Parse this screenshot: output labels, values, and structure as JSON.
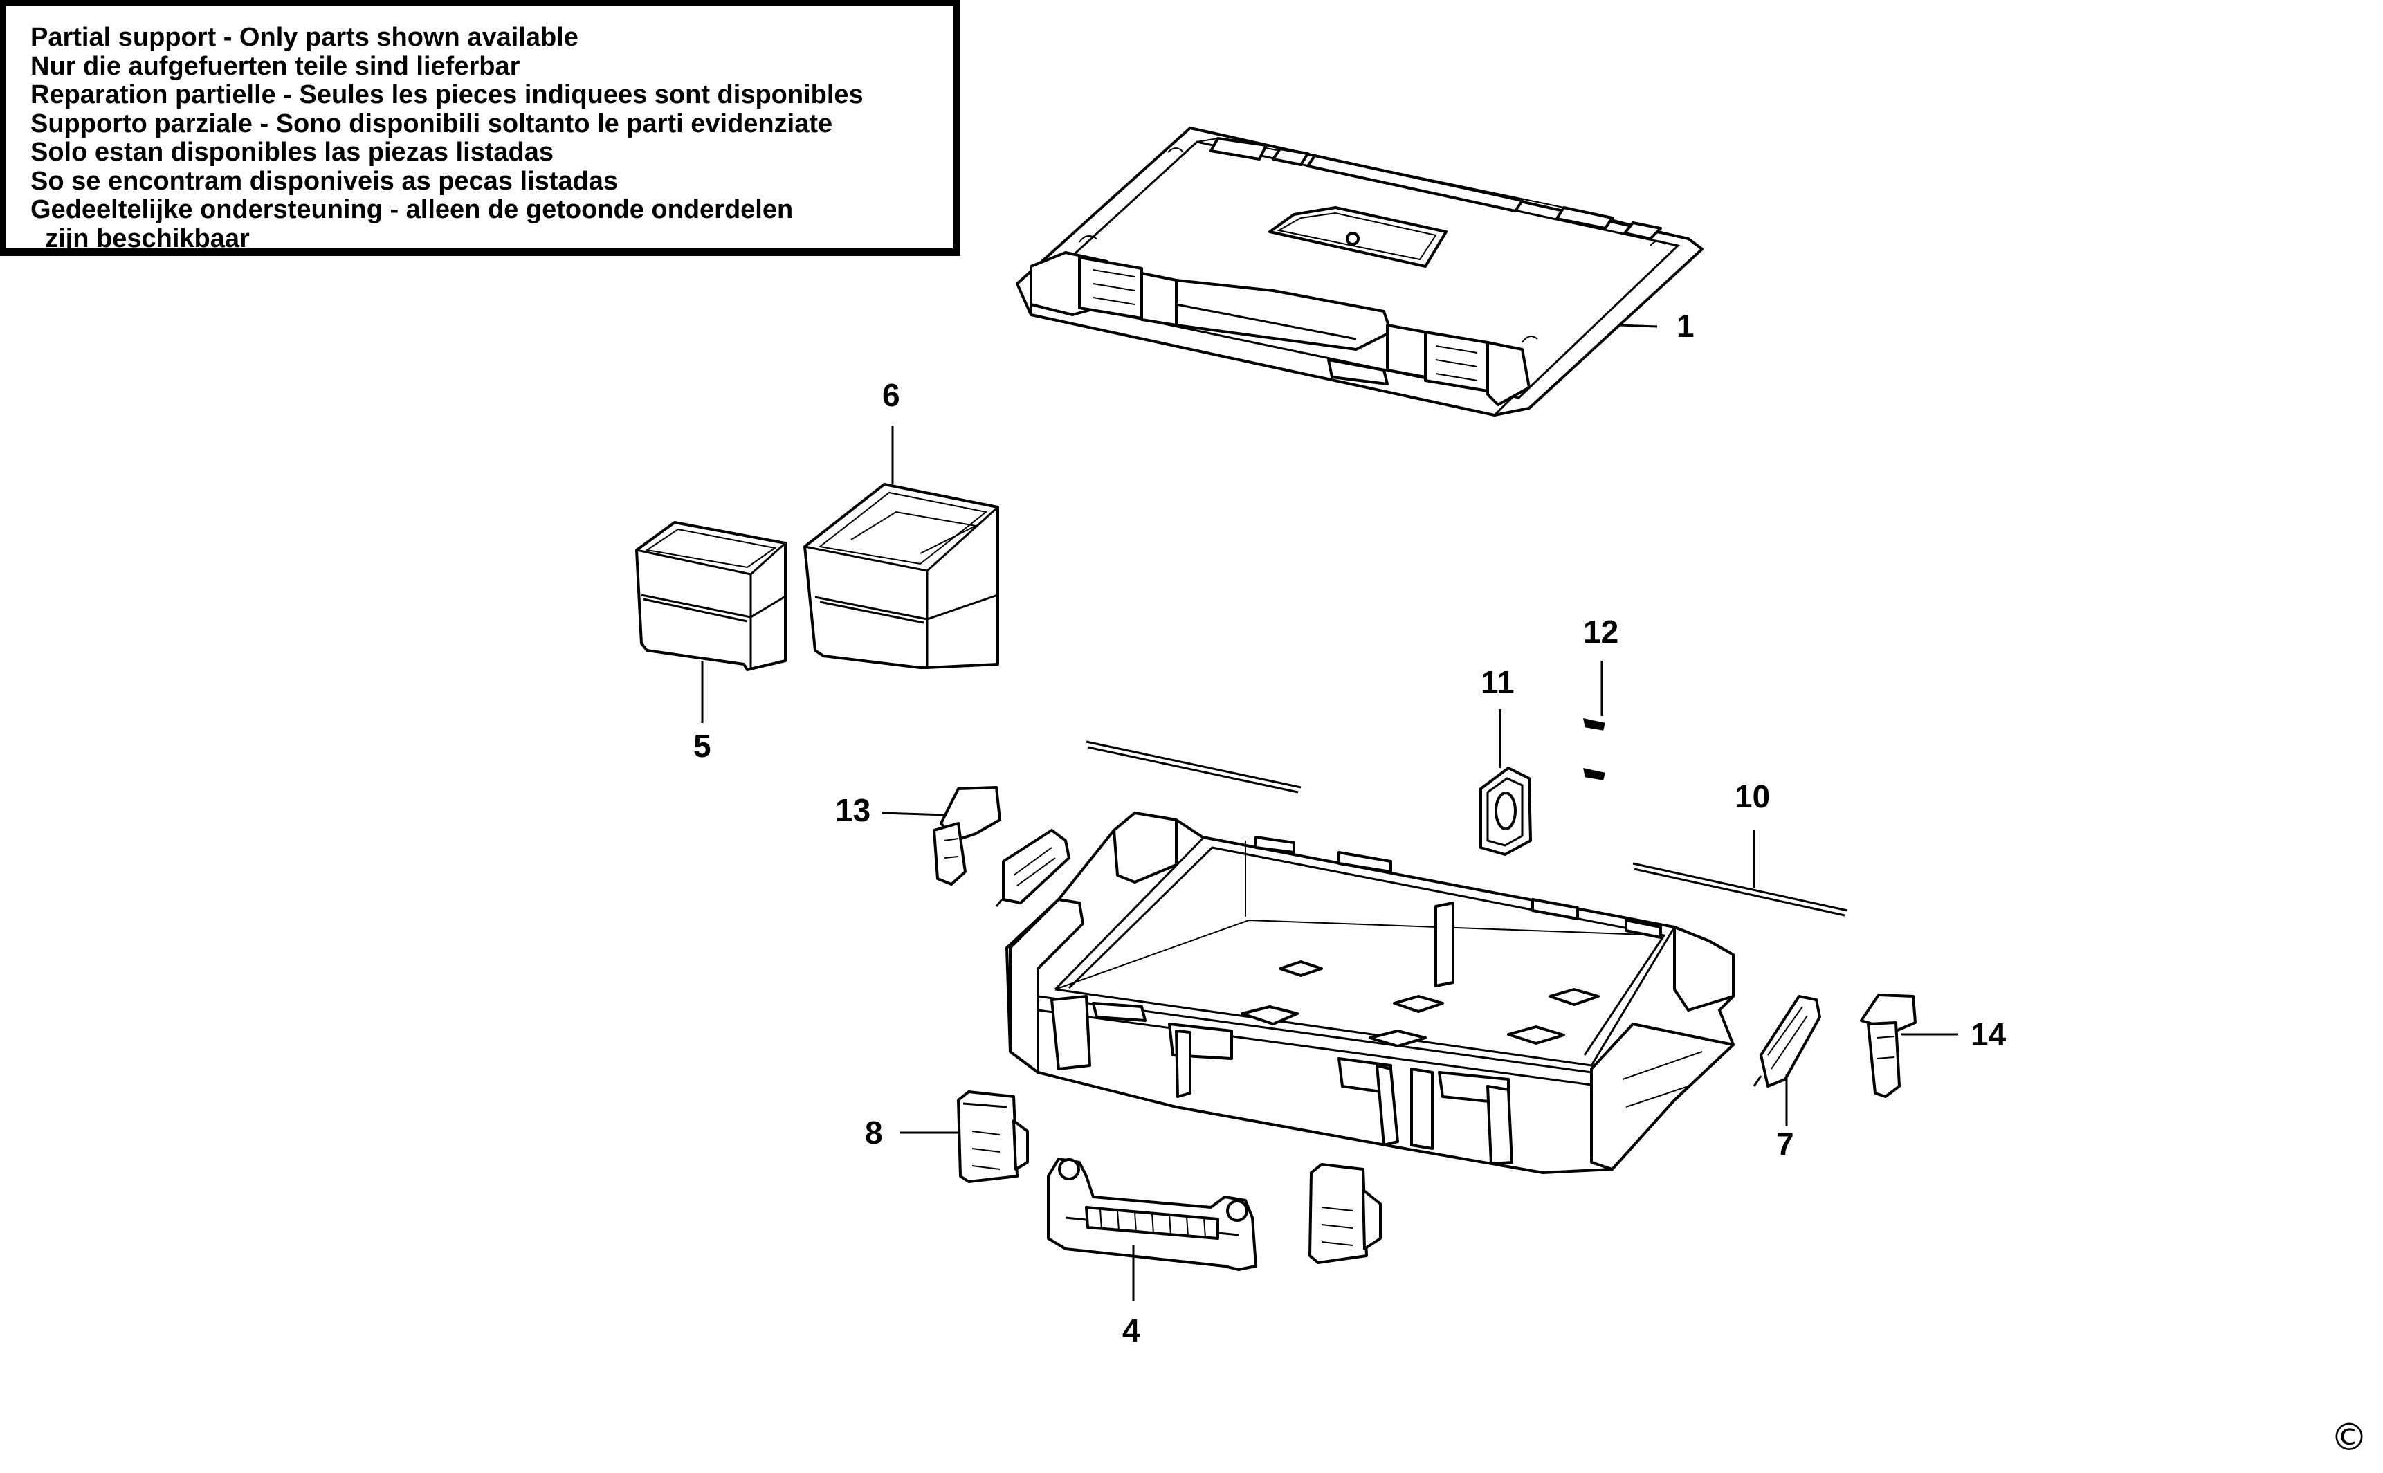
{
  "notice": {
    "lines": [
      "Partial support - Only parts shown available",
      "Nur die aufgefuerten teile sind lieferbar",
      "Reparation partielle - Seules les pieces indiquees sont disponibles",
      "Supporto parziale - Sono disponibili soltanto le parti evidenziate",
      "Solo estan disponibles las piezas listadas",
      "So se encontram disponiveis as pecas listadas",
      "Gedeeltelijke ondersteuning - alleen de getoonde onderdelen",
      "  zijn beschikbaar"
    ]
  },
  "callouts": [
    "1",
    "6",
    "5",
    "12",
    "11",
    "13",
    "10",
    "14",
    "8",
    "7",
    "4"
  ],
  "copyright": "©"
}
